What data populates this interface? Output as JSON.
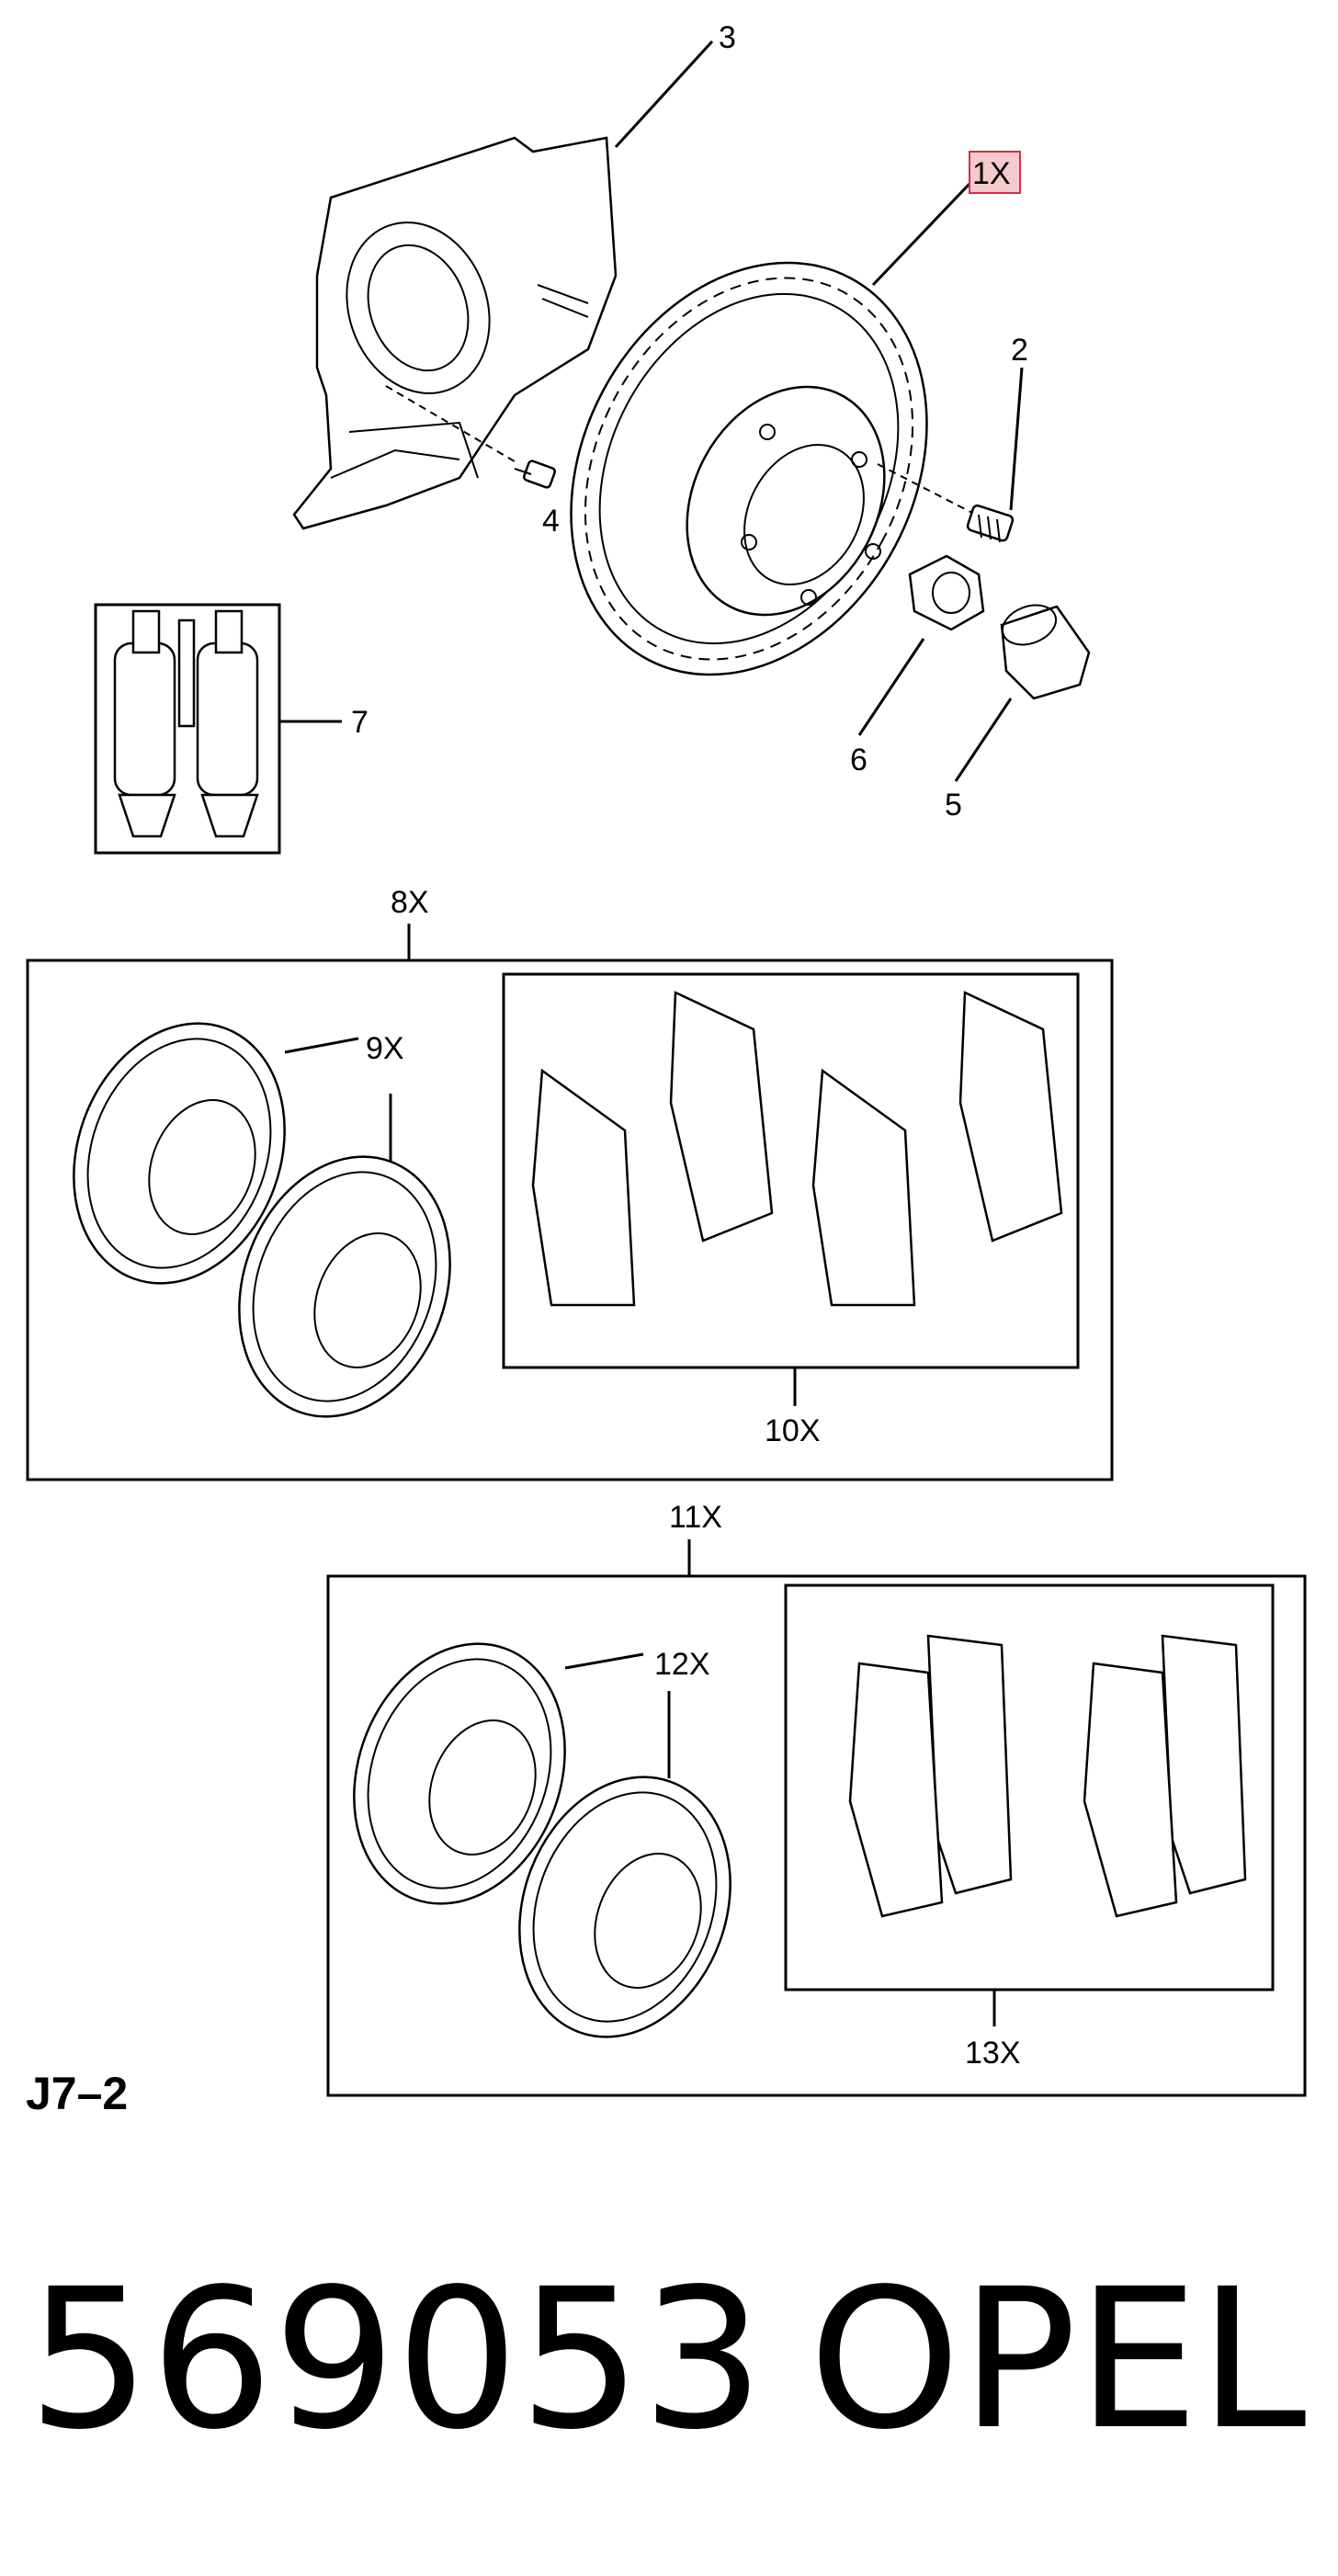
{
  "diagram": {
    "callouts": {
      "c1": "1X",
      "c2": "2",
      "c3": "3",
      "c4": "4",
      "c5": "5",
      "c6": "6",
      "c7": "7",
      "c8": "8X",
      "c9": "9X",
      "c10": "10X",
      "c11": "11X",
      "c12": "12X",
      "c13": "13X"
    },
    "highlighted_callout": "1X",
    "highlight_color": "#f6c9cf",
    "group_code": "J7–2"
  },
  "footer": {
    "part_number": "569053",
    "brand": "OPEL"
  }
}
